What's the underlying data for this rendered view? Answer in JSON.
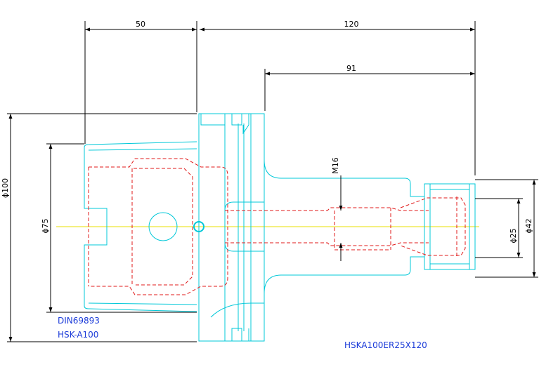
{
  "colors": {
    "outline": "#00c8d8",
    "hidden": "#e01818",
    "centerline": "#e8e000",
    "dimension": "#000000",
    "note": "#1a3ad8"
  },
  "dimensions": {
    "flange_length": "50",
    "overall_length": "120",
    "shank_length": "91",
    "thread": "M16",
    "flange_diameter": "ϕ100",
    "taper_diameter": "ϕ75",
    "nut_diameter": "ϕ42",
    "collet_diameter": "ϕ25"
  },
  "notes": {
    "standard": "DIN69893",
    "interface": "HSK-A100",
    "part_number": "HSKA100ER25X120"
  }
}
